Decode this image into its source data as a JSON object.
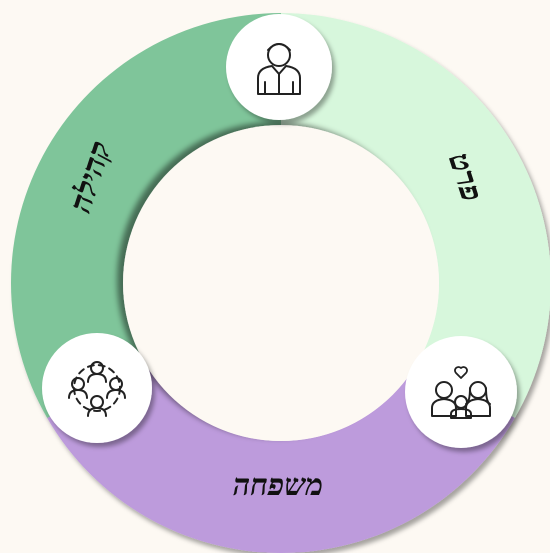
{
  "diagram": {
    "segments": [
      {
        "id": "individual",
        "label": "פרט",
        "color": "#d7f7dc"
      },
      {
        "id": "family",
        "label": "משפחה",
        "color": "#bd9bdc"
      },
      {
        "id": "community",
        "label": "קהילה",
        "color": "#7fc59a"
      }
    ],
    "nodes": [
      {
        "id": "individual",
        "icon": "person-icon"
      },
      {
        "id": "family",
        "icon": "family-icon"
      },
      {
        "id": "community",
        "icon": "community-group-icon"
      }
    ],
    "colors": {
      "background": "#fdf9f3",
      "center": "#fdf9f3",
      "icon_circle": "#ffffff",
      "icon_stroke": "#222222"
    }
  }
}
